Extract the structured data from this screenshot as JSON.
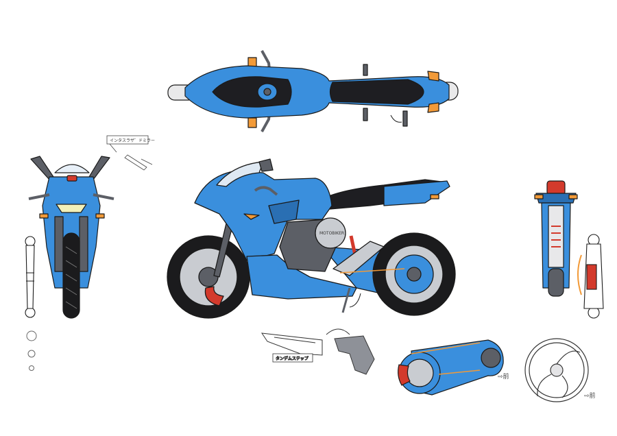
{
  "colors": {
    "body_blue": "#3a8fdd",
    "dark_blue": "#2a6fb3",
    "seat_black": "#1e1e22",
    "frame_gray": "#5c5f66",
    "tire_black": "#1b1b1d",
    "rim_gray": "#c9ccd1",
    "accent_orange": "#f29a38",
    "brake_red": "#d33a2c",
    "headlight_yellow": "#f3f0b8",
    "outline": "#1a1a1a"
  },
  "labels": {
    "emblem": "MOTOBIKER",
    "intake_note": "インタスラザ゛ドミラー",
    "step_note": "タンデムステップ",
    "swingarm_dir": "⇨前",
    "wheel_dir": "⇨前"
  },
  "icons": {
    "arrow_right": "direction-arrow-icon",
    "curved_arrow": "curved-arrow-icon"
  }
}
